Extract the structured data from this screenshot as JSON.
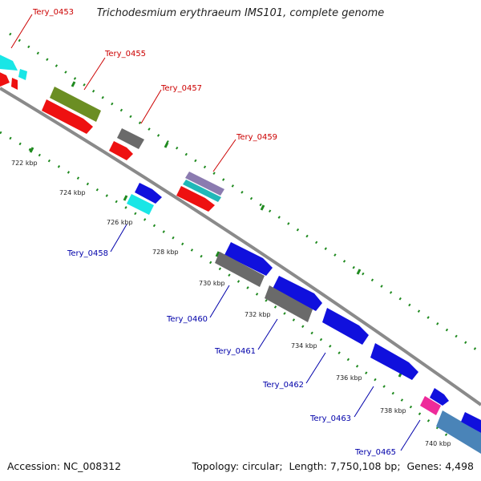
{
  "title": "Trichodesmium erythraeum IMS101, complete genome",
  "footer": {
    "accession_label": "Accession:",
    "accession": "NC_008312",
    "topology_label": "Topology:",
    "topology": "circular",
    "length_label": "Length:",
    "length": "7,750,108 bp",
    "genes_label": "Genes:",
    "genes": "4,498"
  },
  "colors": {
    "label_upper": "#cc0000",
    "label_lower": "#0000aa",
    "backbone": "#8a8a8a",
    "tick": "#1f8a1f"
  },
  "position_ticks": [
    "722 kbp",
    "724 kbp",
    "726 kbp",
    "728 kbp",
    "730 kbp",
    "732 kbp",
    "734 kbp",
    "736 kbp",
    "738 kbp",
    "740 kbp"
  ],
  "gene_labels_upper": [
    "Tery_0453",
    "Tery_0455",
    "Tery_0457",
    "Tery_0459"
  ],
  "gene_labels_lower": [
    "Tery_0458",
    "Tery_0460",
    "Tery_0461",
    "Tery_0462",
    "Tery_0463",
    "Tery_0465"
  ]
}
